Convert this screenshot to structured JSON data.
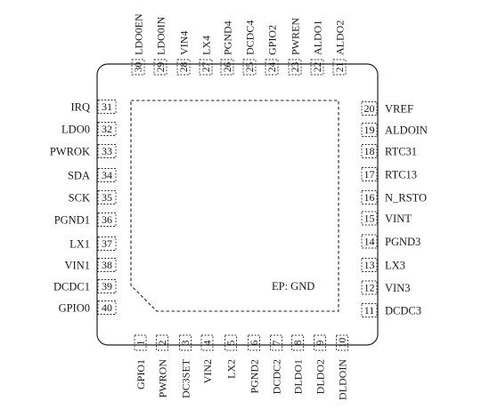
{
  "package": {
    "exposed_pad_label": "EP: GND"
  },
  "pins": {
    "bottom": [
      {
        "number": "1",
        "name": "GPIO1"
      },
      {
        "number": "2",
        "name": "PWRON"
      },
      {
        "number": "3",
        "name": "DC3SET"
      },
      {
        "number": "4",
        "name": "VIN2"
      },
      {
        "number": "5",
        "name": "LX2"
      },
      {
        "number": "6",
        "name": "PGND2"
      },
      {
        "number": "7",
        "name": "DCDC2"
      },
      {
        "number": "8",
        "name": "DLDO1"
      },
      {
        "number": "9",
        "name": "DLDO2"
      },
      {
        "number": "10",
        "name": "DLDOIN"
      }
    ],
    "right": [
      {
        "number": "11",
        "name": "DCDC3"
      },
      {
        "number": "12",
        "name": "VIN3"
      },
      {
        "number": "13",
        "name": "LX3"
      },
      {
        "number": "14",
        "name": "PGND3"
      },
      {
        "number": "15",
        "name": "VINT"
      },
      {
        "number": "16",
        "name": "N_RSTO"
      },
      {
        "number": "17",
        "name": "RTC13"
      },
      {
        "number": "18",
        "name": "RTC31"
      },
      {
        "number": "19",
        "name": "ALDOIN"
      },
      {
        "number": "20",
        "name": "VREF"
      }
    ],
    "top": [
      {
        "number": "21",
        "name": "ALDO2"
      },
      {
        "number": "22",
        "name": "ALDO1"
      },
      {
        "number": "23",
        "name": "PWREN"
      },
      {
        "number": "24",
        "name": "GPIO2"
      },
      {
        "number": "25",
        "name": "DCDC4"
      },
      {
        "number": "26",
        "name": "PGND4"
      },
      {
        "number": "27",
        "name": "LX4"
      },
      {
        "number": "28",
        "name": "VIN4"
      },
      {
        "number": "29",
        "name": "LDO0IN"
      },
      {
        "number": "30",
        "name": "LDO0EN"
      }
    ],
    "left": [
      {
        "number": "31",
        "name": "IRQ"
      },
      {
        "number": "32",
        "name": "LDO0"
      },
      {
        "number": "33",
        "name": "PWROK"
      },
      {
        "number": "34",
        "name": "SDA"
      },
      {
        "number": "35",
        "name": "SCK"
      },
      {
        "number": "36",
        "name": "PGND1"
      },
      {
        "number": "37",
        "name": "LX1"
      },
      {
        "number": "38",
        "name": "VIN1"
      },
      {
        "number": "39",
        "name": "DCDC1"
      },
      {
        "number": "40",
        "name": "GPIO0"
      }
    ]
  }
}
